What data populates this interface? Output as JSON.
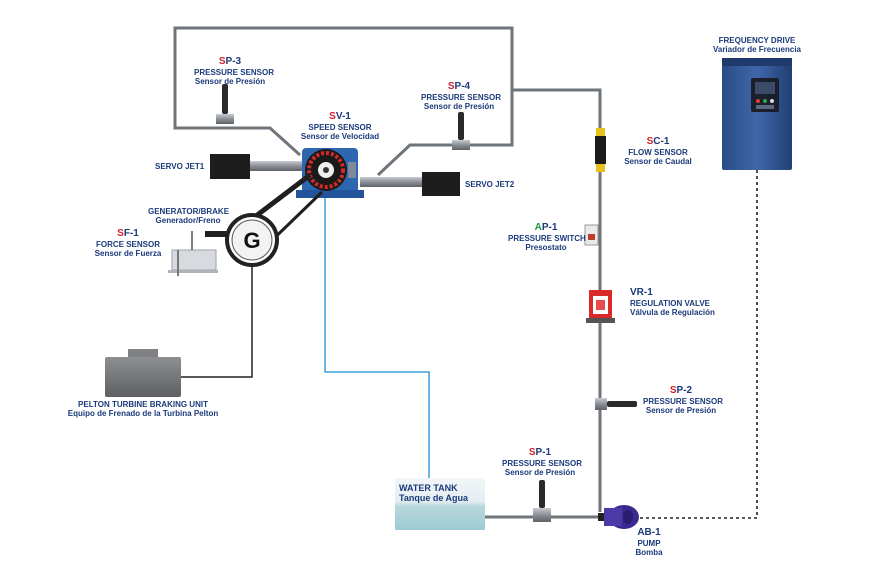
{
  "labels": {
    "sp3": {
      "prefix": "S",
      "code": "P-3",
      "en": "PRESSURE SENSOR",
      "es": "Sensor de Presión"
    },
    "sp4": {
      "prefix": "S",
      "code": "P-4",
      "en": "PRESSURE SENSOR",
      "es": "Sensor de Presión"
    },
    "sv1": {
      "prefix": "S",
      "code": "V-1",
      "en": "SPEED SENSOR",
      "es": "Sensor de Velocidad"
    },
    "sc1": {
      "prefix": "S",
      "code": "C-1",
      "en": "FLOW SENSOR",
      "es": "Sensor de Caudal"
    },
    "ap1": {
      "prefix": "A",
      "code": "P-1",
      "en": "PRESSURE SWITCH",
      "es": "Presostato"
    },
    "vr1": {
      "prefix": "V",
      "code": "R-1",
      "en": "REGULATION VALVE",
      "es": "Válvula de Regulación"
    },
    "sp2": {
      "prefix": "S",
      "code": "P-2",
      "en": "PRESSURE SENSOR",
      "es": "Sensor de Presión"
    },
    "sp1": {
      "prefix": "S",
      "code": "P-1",
      "en": "PRESSURE SENSOR",
      "es": "Sensor de Presión"
    },
    "ab1": {
      "prefix": "A",
      "code": "B-1",
      "en": "PUMP",
      "es": "Bomba"
    },
    "sf1": {
      "prefix": "S",
      "code": "F-1",
      "en": "FORCE SENSOR",
      "es": "Sensor de Fuerza"
    },
    "generator": {
      "en": "GENERATOR/BRAKE",
      "es": "Generador/Freno"
    },
    "servo_jet1": "SERVO JET1",
    "servo_jet2": "SERVO JET2",
    "braking": {
      "en": "PELTON TURBINE BRAKING UNIT",
      "es": "Equipo de Frenado de la Turbina Pelton"
    },
    "freq_drive": {
      "en": "FREQUENCY DRIVE",
      "es": "Variador de Frecuencia"
    },
    "water_tank": {
      "en": "WATER TANK",
      "es": "Tanque de Agua"
    },
    "generator_symbol": "G"
  },
  "colors": {
    "label_blue": "#1b3a7a",
    "prefix_red": "#d11f2a",
    "prefix_green": "#1e9a3c",
    "pipe_gray": "#8a8f96",
    "water_line": "#3aa0d8",
    "turbine_blue": "#2f66b0",
    "drive_body": "#2d4f8c"
  }
}
